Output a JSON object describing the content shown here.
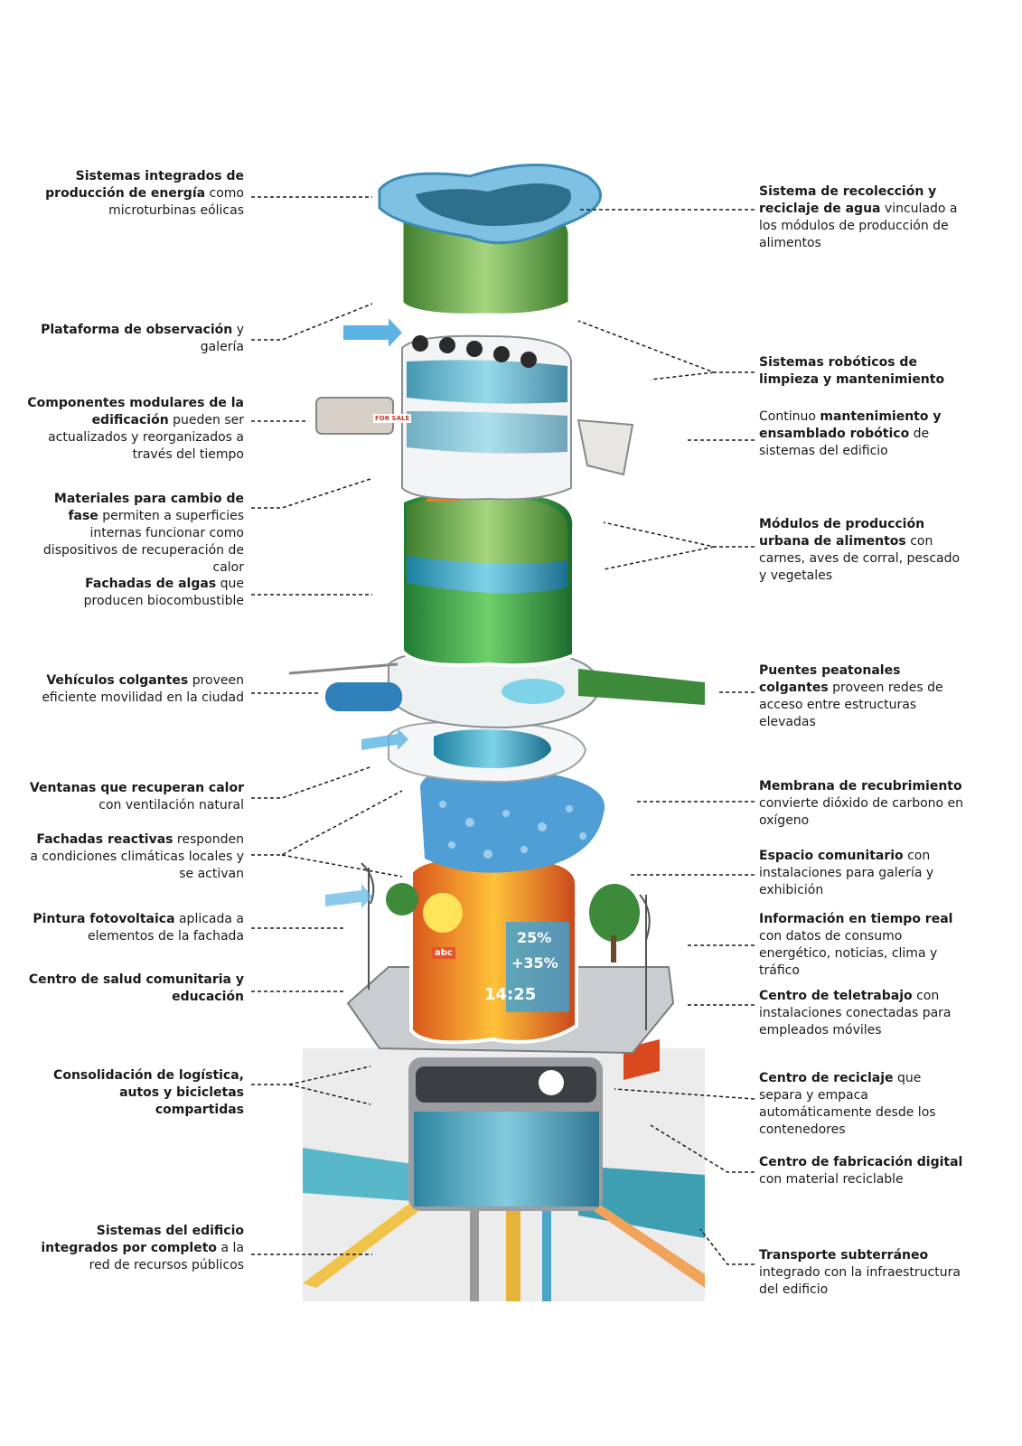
{
  "labels_left": [
    {
      "id": "energy",
      "bold": "Sistemas integrados de producción de energía",
      "rest": " como microturbinas eólicas"
    },
    {
      "id": "observation",
      "bold": "Plataforma de observación",
      "rest": " y galería"
    },
    {
      "id": "modular",
      "bold": "Componentes modulares de la edificación",
      "rest": " pueden ser actualizados y reorganizados a través del tiempo"
    },
    {
      "id": "phase",
      "bold": "Materiales para cambio de fase",
      "rest": " permiten a superficies internas funcionar como dispositivos de recuperación de calor"
    },
    {
      "id": "algae",
      "bold": "Fachadas de algas",
      "rest": " que producen biocombustible"
    },
    {
      "id": "vehicles",
      "bold": "Vehículos colgantes",
      "rest": " proveen eficiente movilidad en la ciudad"
    },
    {
      "id": "windows",
      "bold": "Ventanas que recuperan calor",
      "rest": " con ventilación natural"
    },
    {
      "id": "reactive",
      "bold": "Fachadas reactivas",
      "rest": " responden a condiciones climáticas locales y se activan"
    },
    {
      "id": "pv",
      "bold": "Pintura fotovoltaica",
      "rest": " aplicada a elementos de la fachada"
    },
    {
      "id": "health",
      "bold": "Centro de salud comunitaria y educación",
      "rest": ""
    },
    {
      "id": "logistics",
      "bold": "Consolidación de logística, autos y bicicletas compartidas",
      "rest": ""
    },
    {
      "id": "network",
      "bold": "Sistemas del edificio integrados por completo",
      "rest": " a la red de recursos públicos"
    }
  ],
  "labels_right": [
    {
      "id": "water",
      "bold": "Sistema de recolección y reciclaje de agua",
      "rest": " vinculado a los módulos de producción de alimentos"
    },
    {
      "id": "robots",
      "bold": "Sistemas robóticos de limpieza y mantenimiento",
      "rest": ""
    },
    {
      "id": "maintenance",
      "pre": "Continuo ",
      "bold": "mantenimiento y ensamblado robótico",
      "rest": " de sistemas del edificio"
    },
    {
      "id": "food",
      "bold": "Módulos de producción urbana de alimentos",
      "rest": " con carnes, aves de corral, pescado y vegetales"
    },
    {
      "id": "bridges",
      "bold": "Puentes peatonales colgantes",
      "rest": " proveen redes de acceso entre estructuras elevadas"
    },
    {
      "id": "membrane",
      "bold": "Membrana de recubrimiento",
      "rest": " convierte dióxido de carbono en oxígeno"
    },
    {
      "id": "community",
      "bold": "Espacio comunitario",
      "rest": " con instalaciones para galería y exhibición"
    },
    {
      "id": "info",
      "bold": "Información en tiempo real",
      "rest": " con datos de consumo energético, noticias, clima y tráfico"
    },
    {
      "id": "telework",
      "bold": "Centro de teletrabajo",
      "rest": " con instalaciones conectadas para empleados móviles"
    },
    {
      "id": "recycling",
      "bold": "Centro de reciclaje",
      "rest": " que separa y empaca automáticamente desde los contenedores"
    },
    {
      "id": "fab",
      "bold": "Centro de fabricación digital",
      "rest": " con material reciclable"
    },
    {
      "id": "subway",
      "bold": "Transporte subterráneo",
      "rest": " integrado con la infraestructura del edificio"
    }
  ],
  "screen_texts": {
    "pct1": "25%",
    "pct2": "+35%",
    "clock": "14:25",
    "abc": "abc",
    "for_sale": "FOR SALE"
  },
  "colors": {
    "glass": "#2fa9c9",
    "algae": "#3bab4a",
    "membrane": "#4f9fd6",
    "pv_orange": "#f28c1e",
    "platform": "#bfc3c6",
    "ground": "#e7e7e7",
    "text": "#1a1a1a"
  }
}
